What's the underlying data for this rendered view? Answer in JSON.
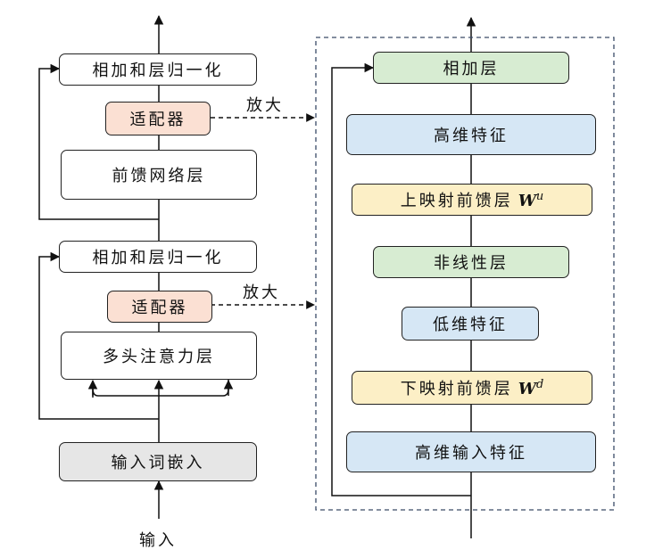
{
  "left": {
    "add_norm_top": "相加和层归一化",
    "adapter_top": "适配器",
    "ffn": "前馈网络层",
    "add_norm_bottom": "相加和层归一化",
    "adapter_bottom": "适配器",
    "mha": "多头注意力层",
    "embed": "输入词嵌入",
    "input_label": "输入"
  },
  "zoom_labels": [
    "放大",
    "放大"
  ],
  "right": {
    "add": "相加层",
    "high_feat": "高维特征",
    "up_proj": "上映射前馈层",
    "up_symbol": "W",
    "up_sup": "u",
    "nonlinear": "非线性层",
    "low_feat": "低维特征",
    "down_proj": "下映射前馈层",
    "down_symbol": "W",
    "down_sup": "d",
    "high_input": "高维输入特征"
  },
  "colors": {
    "adapter": "#fbe0d3",
    "embed": "#e6e6e6",
    "green": "#d7ecd2",
    "blue": "#d6e7f5",
    "yellow": "#fcefc6"
  }
}
